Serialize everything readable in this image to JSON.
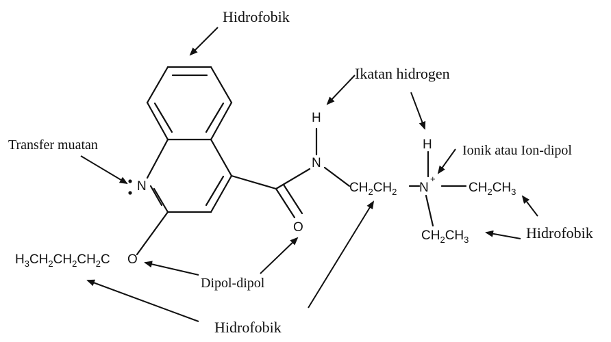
{
  "labels": {
    "hydrophobic_top": "Hidrofobik",
    "hydrogen_bond": "Ikatan hidrogen",
    "charge_transfer": "Transfer muatan",
    "ionic": "Ionik atau Ion-dipol",
    "hydrophobic_right": "Hidrofobik",
    "dipole": "Dipol-dipol",
    "hydrophobic_bottom": "Hidrofobik"
  },
  "atoms": {
    "n_ring": "N",
    "o_ether": "O",
    "o_carbonyl": "O",
    "n_amide": "N",
    "h_amide": "H",
    "h_ammonium": "H",
    "n_ammonium": "N",
    "charge_plus": "+"
  },
  "groups": {
    "butyl": [
      "H",
      "3",
      "CH",
      "2",
      "CH",
      "2",
      "CH",
      "2",
      "C"
    ],
    "ethylene": [
      "CH",
      "2",
      "CH",
      "2"
    ],
    "ethyl_right": [
      "CH",
      "2",
      "CH",
      "3"
    ],
    "ethyl_bottom": [
      "CH",
      "2",
      "CH",
      "3"
    ]
  }
}
